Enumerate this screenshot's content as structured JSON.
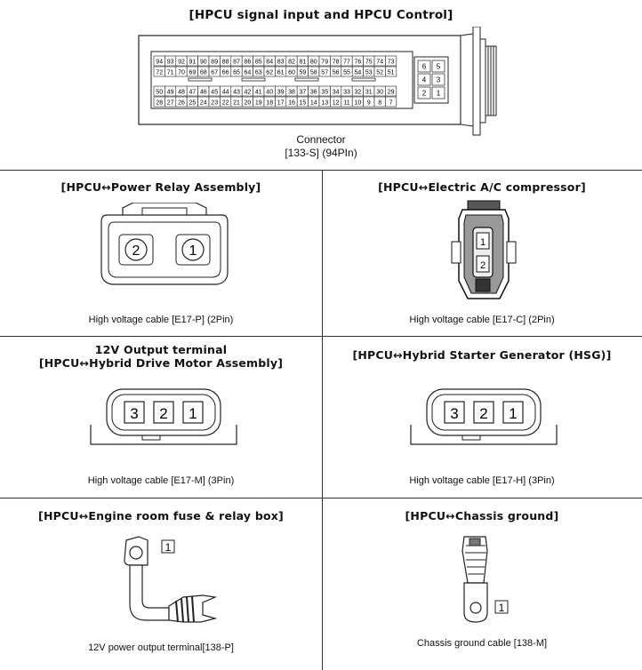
{
  "main": {
    "title": "[HPCU signal input and HPCU Control]",
    "connector_label_line1": "Connector",
    "connector_label_line2": "[133-S] (94PIn)",
    "pin_rows": {
      "row1": [
        "94",
        "93",
        "92",
        "91",
        "90",
        "89",
        "88",
        "87",
        "86",
        "85",
        "84",
        "83",
        "82",
        "81",
        "80",
        "79",
        "78",
        "77",
        "76",
        "75",
        "74",
        "73"
      ],
      "row2": [
        "72",
        "71",
        "70",
        "69",
        "68",
        "67",
        "66",
        "65",
        "64",
        "63",
        "62",
        "61",
        "60",
        "59",
        "58",
        "57",
        "56",
        "55",
        "54",
        "53",
        "52",
        "51"
      ],
      "row3": [
        "50",
        "49",
        "48",
        "47",
        "46",
        "45",
        "44",
        "43",
        "42",
        "41",
        "40",
        "39",
        "38",
        "37",
        "36",
        "35",
        "34",
        "33",
        "32",
        "31",
        "30",
        "29"
      ],
      "row4": [
        "28",
        "27",
        "26",
        "25",
        "24",
        "23",
        "22",
        "21",
        "20",
        "19",
        "18",
        "17",
        "16",
        "15",
        "14",
        "13",
        "12",
        "11",
        "10",
        "9",
        "8",
        "7"
      ],
      "right_block": [
        "6",
        "5",
        "4",
        "3",
        "2",
        "1"
      ]
    }
  },
  "panels": {
    "power_relay": {
      "title": "[HPCU↔Power Relay Assembly]",
      "caption": "High voltage cable [E17-P] (2Pin)",
      "pins": [
        "2",
        "1"
      ]
    },
    "ac_compressor": {
      "title": "[HPCU↔Electric A/C compressor]",
      "caption": "High voltage cable [E17-C] (2Pin)",
      "pins": [
        "1",
        "2"
      ]
    },
    "drive_motor": {
      "title_line1": "12V Output terminal",
      "title_line2": "[HPCU↔Hybrid Drive Motor Assembly]",
      "caption": "High voltage cable [E17-M] (3Pin)",
      "pins": [
        "3",
        "2",
        "1"
      ]
    },
    "hsg": {
      "title": "[HPCU↔Hybrid Starter Generator (HSG)]",
      "caption": "High voltage cable [E17-H] (3Pin)",
      "pins": [
        "3",
        "2",
        "1"
      ]
    },
    "fuse_box": {
      "title": "[HPCU↔Engine room fuse & relay box]",
      "caption": "12V power output terminal[138-P]",
      "pin": "1"
    },
    "chassis_ground": {
      "title": "[HPCU↔Chassis ground]",
      "caption": "Chassis ground cable [138-M]",
      "pin": "1"
    }
  }
}
